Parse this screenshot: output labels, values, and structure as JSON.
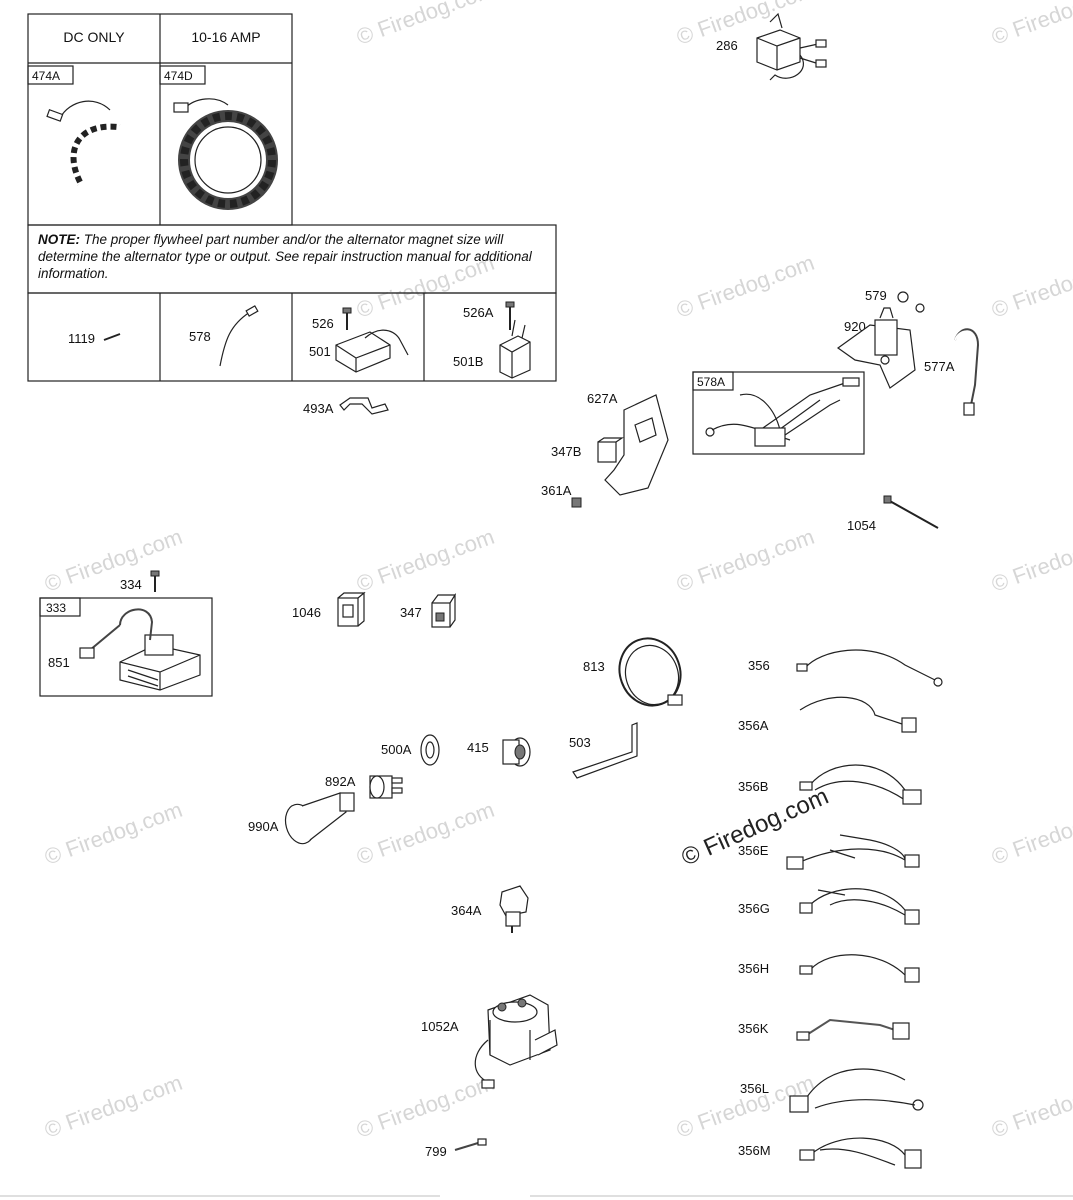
{
  "header_table": {
    "col1": "DC ONLY",
    "col2": "10-16 AMP",
    "box1": "474A",
    "box2": "474D"
  },
  "note": {
    "prefix": "NOTE:",
    "text": "The proper flywheel part number and/or the alternator magnet size will determine the alternator type or output. See repair instruction manual for additional information."
  },
  "lower_table": {
    "c1": "1119",
    "c2": "578",
    "c3a": "526",
    "c3b": "501",
    "c4a": "526A",
    "c4b": "501B"
  },
  "parts": {
    "p286": "286",
    "p493A": "493A",
    "p579": "579",
    "p920": "920",
    "p577A": "577A",
    "p578A": "578A",
    "p627A": "627A",
    "p347B": "347B",
    "p361A": "361A",
    "p1054": "1054",
    "p334": "334",
    "p333": "333",
    "p851": "851",
    "p1046": "1046",
    "p347": "347",
    "p813": "813",
    "p503": "503",
    "p500A": "500A",
    "p415": "415",
    "p892A": "892A",
    "p990A": "990A",
    "p364A": "364A",
    "p1052A": "1052A",
    "p799": "799",
    "p356": "356",
    "p356A": "356A",
    "p356B": "356B",
    "p356E": "356E",
    "p356G": "356G",
    "p356H": "356H",
    "p356K": "356K",
    "p356L": "356L",
    "p356M": "356M"
  },
  "watermark": {
    "text": "© Firedog.com"
  }
}
